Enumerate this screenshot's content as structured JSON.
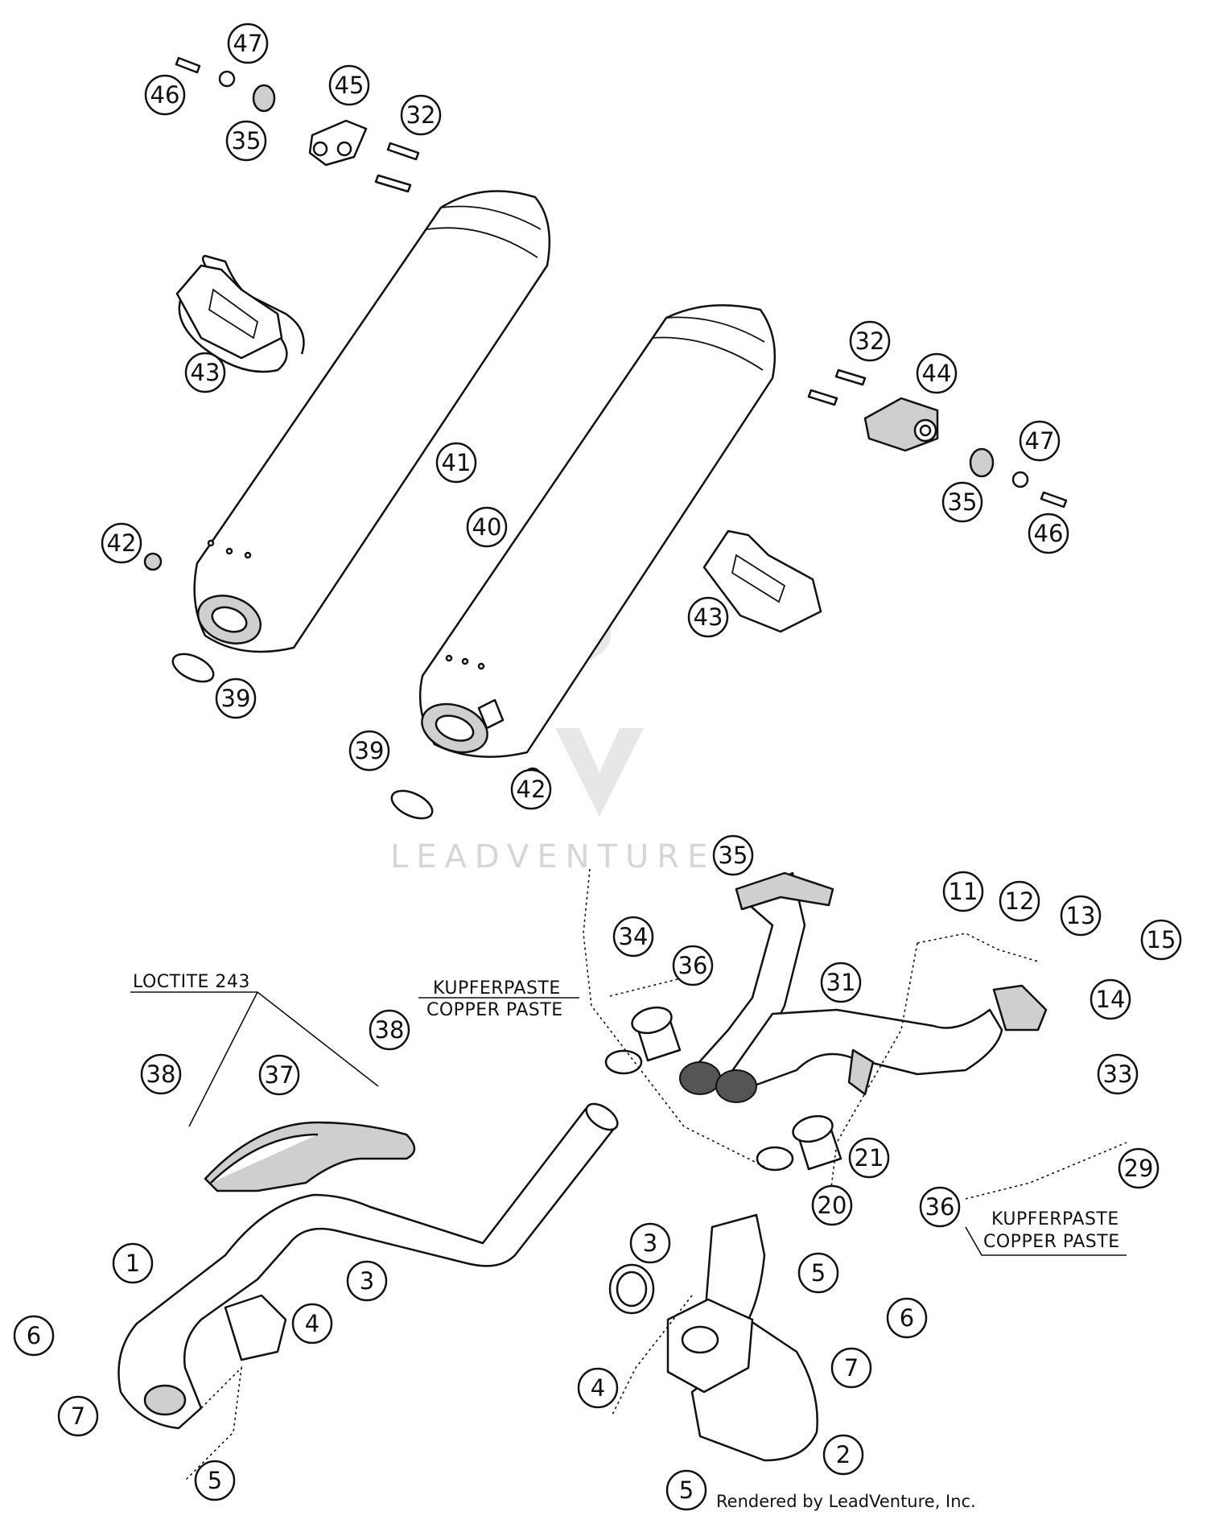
{
  "labels": [
    {
      "text": "47"
    },
    {
      "text": "46"
    },
    {
      "text": "45"
    },
    {
      "text": "35"
    },
    {
      "text": "32"
    },
    {
      "text": "43"
    },
    {
      "text": "41"
    },
    {
      "text": "40"
    },
    {
      "text": "42"
    },
    {
      "text": "39"
    },
    {
      "text": "32"
    },
    {
      "text": "44"
    },
    {
      "text": "47"
    },
    {
      "text": "35"
    },
    {
      "text": "46"
    },
    {
      "text": "43"
    },
    {
      "text": "39"
    },
    {
      "text": "42"
    },
    {
      "text": "35"
    },
    {
      "text": "34"
    },
    {
      "text": "36"
    },
    {
      "text": "31"
    },
    {
      "text": "11"
    },
    {
      "text": "12"
    },
    {
      "text": "13"
    },
    {
      "text": "15"
    },
    {
      "text": "14"
    },
    {
      "text": "38"
    },
    {
      "text": "38"
    },
    {
      "text": "37"
    },
    {
      "text": "33"
    },
    {
      "text": "21"
    },
    {
      "text": "20"
    },
    {
      "text": "36"
    },
    {
      "text": "29"
    },
    {
      "text": "1"
    },
    {
      "text": "3"
    },
    {
      "text": "4"
    },
    {
      "text": "6"
    },
    {
      "text": "7"
    },
    {
      "text": "5"
    },
    {
      "text": "3"
    },
    {
      "text": "5"
    },
    {
      "text": "6"
    },
    {
      "text": "7"
    },
    {
      "text": "4"
    },
    {
      "text": "2"
    },
    {
      "text": "5"
    }
  ],
  "notes": {
    "loctite": "LOCTITE 243",
    "kupfer_1": "KUPFERPASTE",
    "copper_1": "COPPER PASTE",
    "kupfer_2": "KUPFERPASTE",
    "copper_2": "COPPER PASTE"
  },
  "watermark": "LEADVENTURE",
  "credit": "Rendered by LeadVenture, Inc."
}
